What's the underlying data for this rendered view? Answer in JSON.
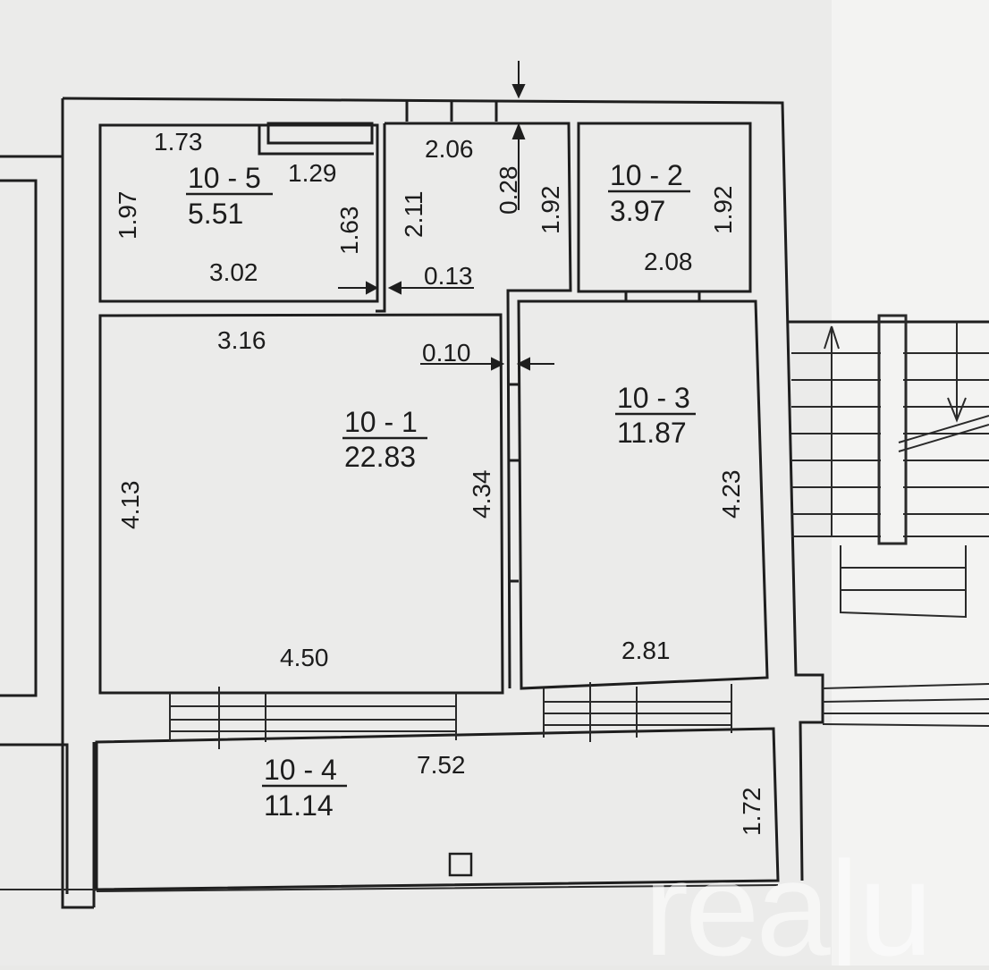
{
  "rooms": [
    {
      "id": "10 - 1",
      "area": "22.83"
    },
    {
      "id": "10 - 2",
      "area": "3.97"
    },
    {
      "id": "10 - 3",
      "area": "11.87"
    },
    {
      "id": "10 - 4",
      "area": "11.14"
    },
    {
      "id": "10 - 5",
      "area": "5.51"
    }
  ],
  "dimensions": {
    "d_173": "1.73",
    "d_129": "1.29",
    "d_197": "1.97",
    "d_163": "1.63",
    "d_302": "3.02",
    "d_206": "2.06",
    "d_211": "2.11",
    "d_028": "0.28",
    "d_192a": "1.92",
    "d_192b": "1.92",
    "d_208": "2.08",
    "d_013": "0.13",
    "d_316": "3.16",
    "d_010": "0.10",
    "d_413": "4.13",
    "d_434": "4.34",
    "d_423": "4.23",
    "d_450": "4.50",
    "d_281": "2.81",
    "d_752": "7.52",
    "d_172": "1.72"
  },
  "watermark": "rea|u"
}
